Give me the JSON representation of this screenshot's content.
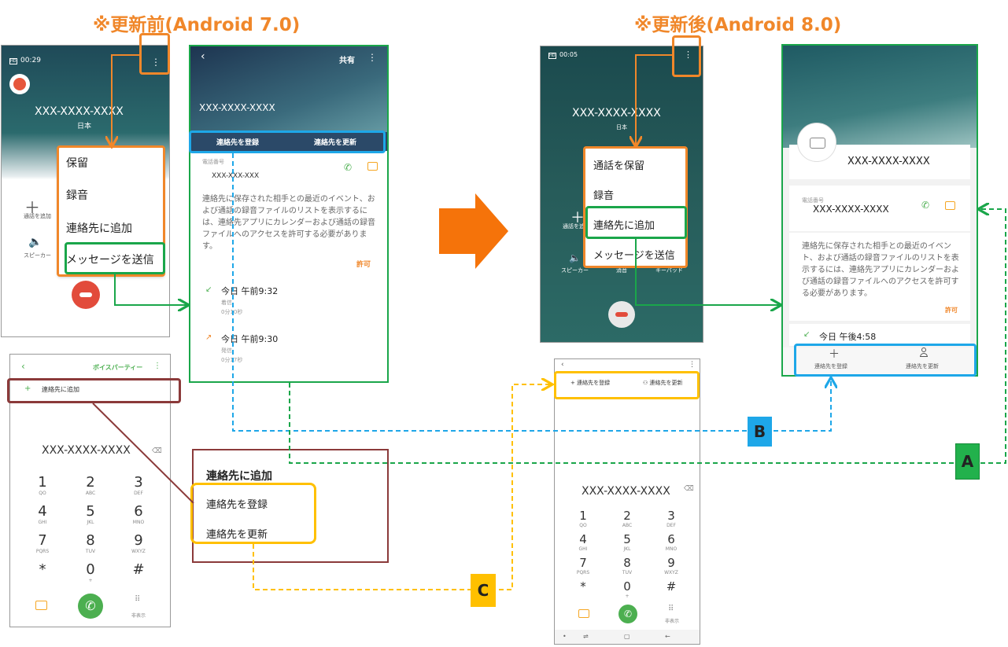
{
  "titles": {
    "before": "※更新前(Android 7.0)",
    "after": "※更新後(Android 8.0)"
  },
  "colors": {
    "orange": "#f0872a",
    "green": "#1aa64a",
    "blue": "#1ea7e8",
    "yellow": "#ffc000",
    "maroon": "#8b3a3a",
    "call_red": "#e24b3b",
    "call_green": "#4caf50"
  },
  "before_call": {
    "time": "00:29",
    "number": "XXX-XXXX-XXXX",
    "country": "日本",
    "menu": [
      "保留",
      "録音",
      "連絡先に追加",
      "メッセージを送信"
    ],
    "add_call": "通話を追加",
    "speaker": "スピーカー"
  },
  "before_log": {
    "share": "共有",
    "number": "XXX-XXXX-XXXX",
    "btn_register": "連絡先を登録",
    "btn_update": "連絡先を更新",
    "phone_label": "電話番号",
    "phone_value": "XXX-XXX-XXX",
    "permission_text": "連絡先に保存された相手との最近のイベント、および通話の録音ファイルのリストを表示するには、連絡先アプリにカレンダーおよび通話の録音ファイルへのアクセスを許可する必要があります。",
    "allow": "許可",
    "entries": [
      {
        "time": "今日 午前9:32",
        "type": "着信",
        "duration": "0分10秒"
      },
      {
        "time": "今日 午前9:30",
        "type": "発信",
        "duration": "0分17秒"
      }
    ]
  },
  "before_dialer": {
    "voice_party": "ボイスパーティー",
    "add_contact": "連絡先に追加",
    "number": "XXX-XXXX-XXXX",
    "keys": [
      {
        "d": "1",
        "l": "QO"
      },
      {
        "d": "2",
        "l": "ABC"
      },
      {
        "d": "3",
        "l": "DEF"
      },
      {
        "d": "4",
        "l": "GHI"
      },
      {
        "d": "5",
        "l": "JKL"
      },
      {
        "d": "6",
        "l": "MNO"
      },
      {
        "d": "7",
        "l": "PQRS"
      },
      {
        "d": "8",
        "l": "TUV"
      },
      {
        "d": "9",
        "l": "WXYZ"
      },
      {
        "d": "*",
        "l": ""
      },
      {
        "d": "0",
        "l": "+"
      },
      {
        "d": "#",
        "l": ""
      }
    ],
    "keypad_hide": "非表示"
  },
  "before_popup": {
    "title": "連絡先に追加",
    "register": "連絡先を登録",
    "update": "連絡先を更新"
  },
  "after_call": {
    "time": "00:05",
    "number": "XXX-XXXX-XXXX",
    "country": "日本",
    "menu": [
      "通話を保留",
      "録音",
      "連絡先に追加",
      "メッセージを送信"
    ],
    "add_call": "通話を追加",
    "speaker": "スピーカー",
    "record": "消音",
    "keypad": "キーパッド"
  },
  "after_log": {
    "number": "XXX-XXXX-XXXX",
    "phone_label": "電話番号",
    "phone_value": "XXX-XXXX-XXXX",
    "permission_text": "連絡先に保存された相手との最近のイベント、および通話の録音ファイルのリストを表示するには、連絡先アプリにカレンダーおよび通話の録音ファイルへのアクセスを許可する必要があります。",
    "allow": "許可",
    "entry_time": "今日 午後4:58",
    "btn_register": "連絡先を登録",
    "btn_update": "連絡先を更新"
  },
  "after_dialer": {
    "btn_register": "連絡先を登録",
    "btn_update": "連絡先を更新",
    "number": "XXX-XXXX-XXXX",
    "keys": [
      {
        "d": "1",
        "l": "QO"
      },
      {
        "d": "2",
        "l": "ABC"
      },
      {
        "d": "3",
        "l": "DEF"
      },
      {
        "d": "4",
        "l": "GHI"
      },
      {
        "d": "5",
        "l": "JKL"
      },
      {
        "d": "6",
        "l": "MNO"
      },
      {
        "d": "7",
        "l": "PQRS"
      },
      {
        "d": "8",
        "l": "TUV"
      },
      {
        "d": "9",
        "l": "WXYZ"
      },
      {
        "d": "*",
        "l": ""
      },
      {
        "d": "0",
        "l": "+"
      },
      {
        "d": "#",
        "l": ""
      }
    ],
    "keypad_hide": "非表示"
  },
  "labels": {
    "a": "A",
    "b": "B",
    "c": "C"
  }
}
